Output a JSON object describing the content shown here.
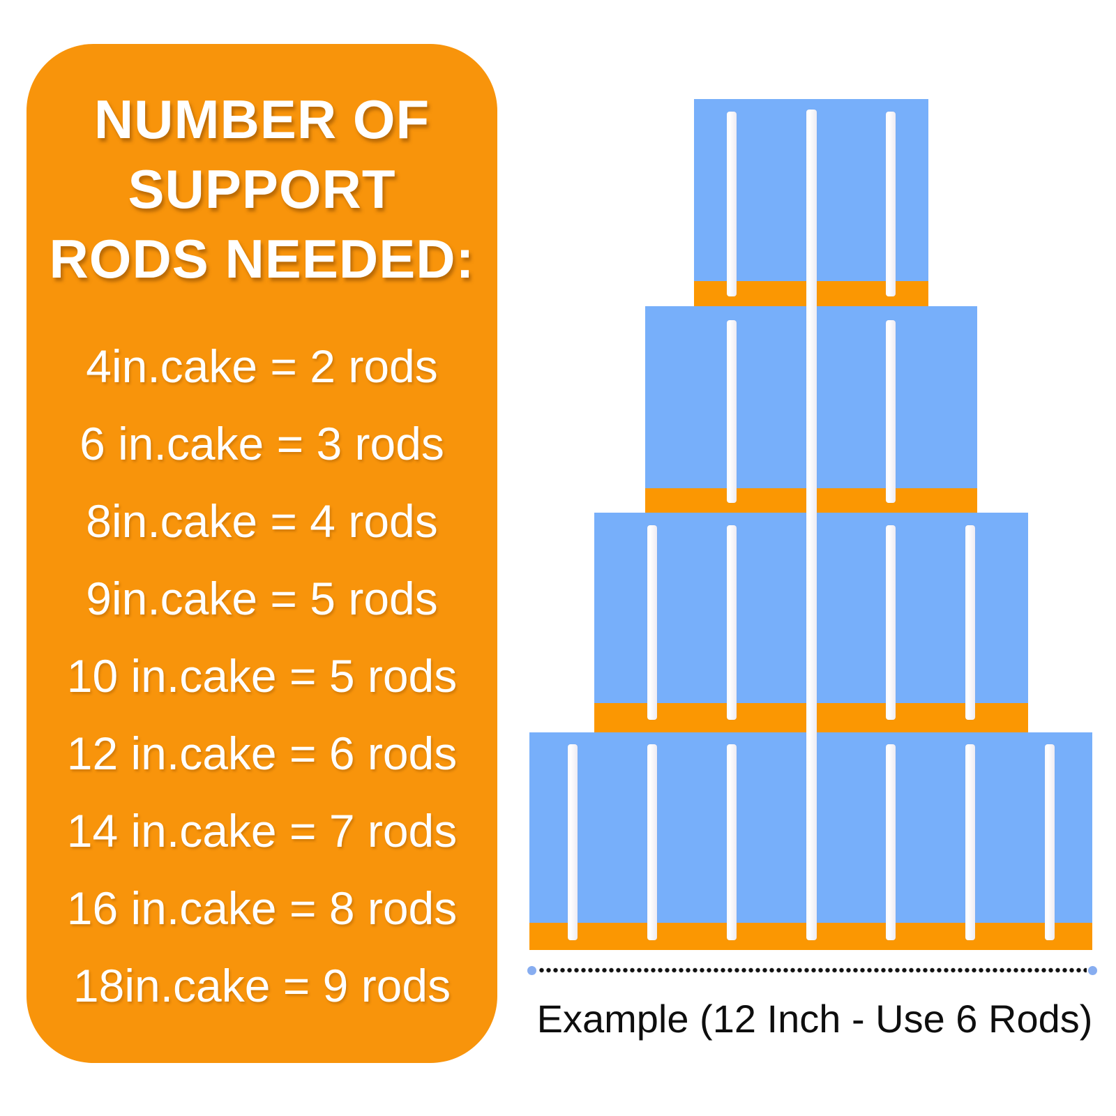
{
  "title_panel": {
    "bg_color": "#F8940B",
    "text_color": "#FFFFFF",
    "title_lines": [
      "NUMBER OF",
      "SUPPORT",
      "RODS NEEDED:"
    ],
    "items": [
      "4in.cake = 2 rods",
      "6 in.cake = 3 rods",
      "8in.cake = 4 rods",
      "9in.cake = 5 rods",
      "10 in.cake = 5 rods",
      "12 in.cake = 6 rods",
      "14 in.cake = 7 rods",
      "16 in.cake = 8 rods",
      "18in.cake = 9 rods"
    ]
  },
  "diagram": {
    "caption": "Example (12 Inch - Use 6 Rods)",
    "center_dowel": true,
    "tiers": [
      {
        "name": "tier-1-top",
        "visible_support_rods": 2
      },
      {
        "name": "tier-2",
        "visible_support_rods": 2
      },
      {
        "name": "tier-3",
        "visible_support_rods": 4
      },
      {
        "name": "tier-4-bottom",
        "visible_support_rods": 6
      }
    ],
    "colors": {
      "cake_blue": "#77AFFA",
      "cake_base_orange": "#FB9702",
      "rod_white": "#F3F2F7",
      "dotted_line_black": "#111111",
      "end_dot_blue": "#87ADF0",
      "caption_text": "#0E0E0E",
      "panel_orange": "#F8940B"
    }
  }
}
